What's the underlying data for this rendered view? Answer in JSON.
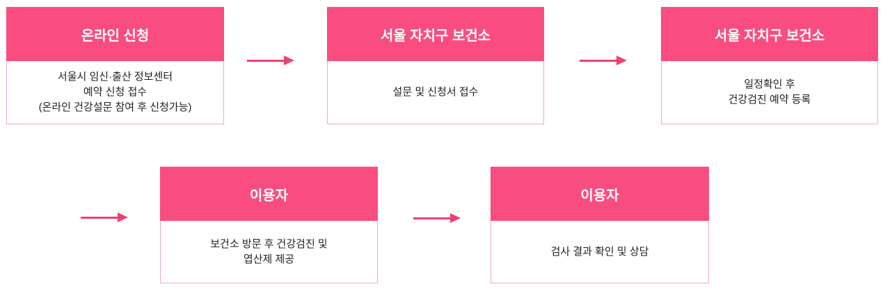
{
  "steps": [
    {
      "header": "온라인 신청",
      "body": "서울시 임신·출산 정보센터\n예약 신청 접수\n(온라인 건강설문 참여 후 신청가능)"
    },
    {
      "header": "서울 자치구 보건소",
      "body": "설문 및 신청서 접수"
    },
    {
      "header": "서울 자치구 보건소",
      "body": "일정확인 후\n건강검진 예약 등록"
    },
    {
      "header": "이용자",
      "body": "보건소 방문 후 건강검진 및\n엽산제 제공"
    },
    {
      "header": "이용자",
      "body": "검사 결과 확인 및 상담"
    }
  ],
  "colors": {
    "header_bg": "#fa4d7f",
    "header_text": "#ffffff",
    "arrow": "#ee4071",
    "box_border": "#f0aac5",
    "body_bg": "#ffffff",
    "body_text": "#1f1f1f",
    "page_bg": "#ffffff"
  }
}
